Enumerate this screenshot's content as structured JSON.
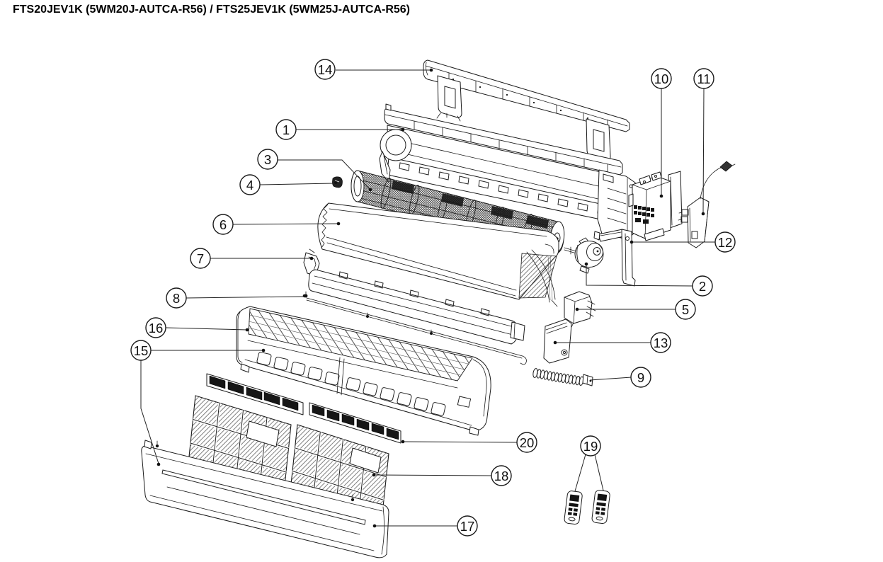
{
  "header": {
    "title": "FTS20JEV1K (5WM20J-AUTCA-R56) / FTS25JEV1K (5WM25J-AUTCA-R56)"
  },
  "diagram": {
    "type": "exploded-view-parts-diagram",
    "ink_color": "#1a1a1a",
    "background_color": "#ffffff",
    "callout_count": 20,
    "callouts": {
      "1": "1",
      "2": "2",
      "3": "3",
      "4": "4",
      "5": "5",
      "6": "6",
      "7": "7",
      "8": "8",
      "9": "9",
      "10": "10",
      "11": "11",
      "12": "12",
      "13": "13",
      "14": "14",
      "15": "15",
      "16": "16",
      "17": "17",
      "18": "18",
      "19": "19",
      "20": "20"
    }
  }
}
